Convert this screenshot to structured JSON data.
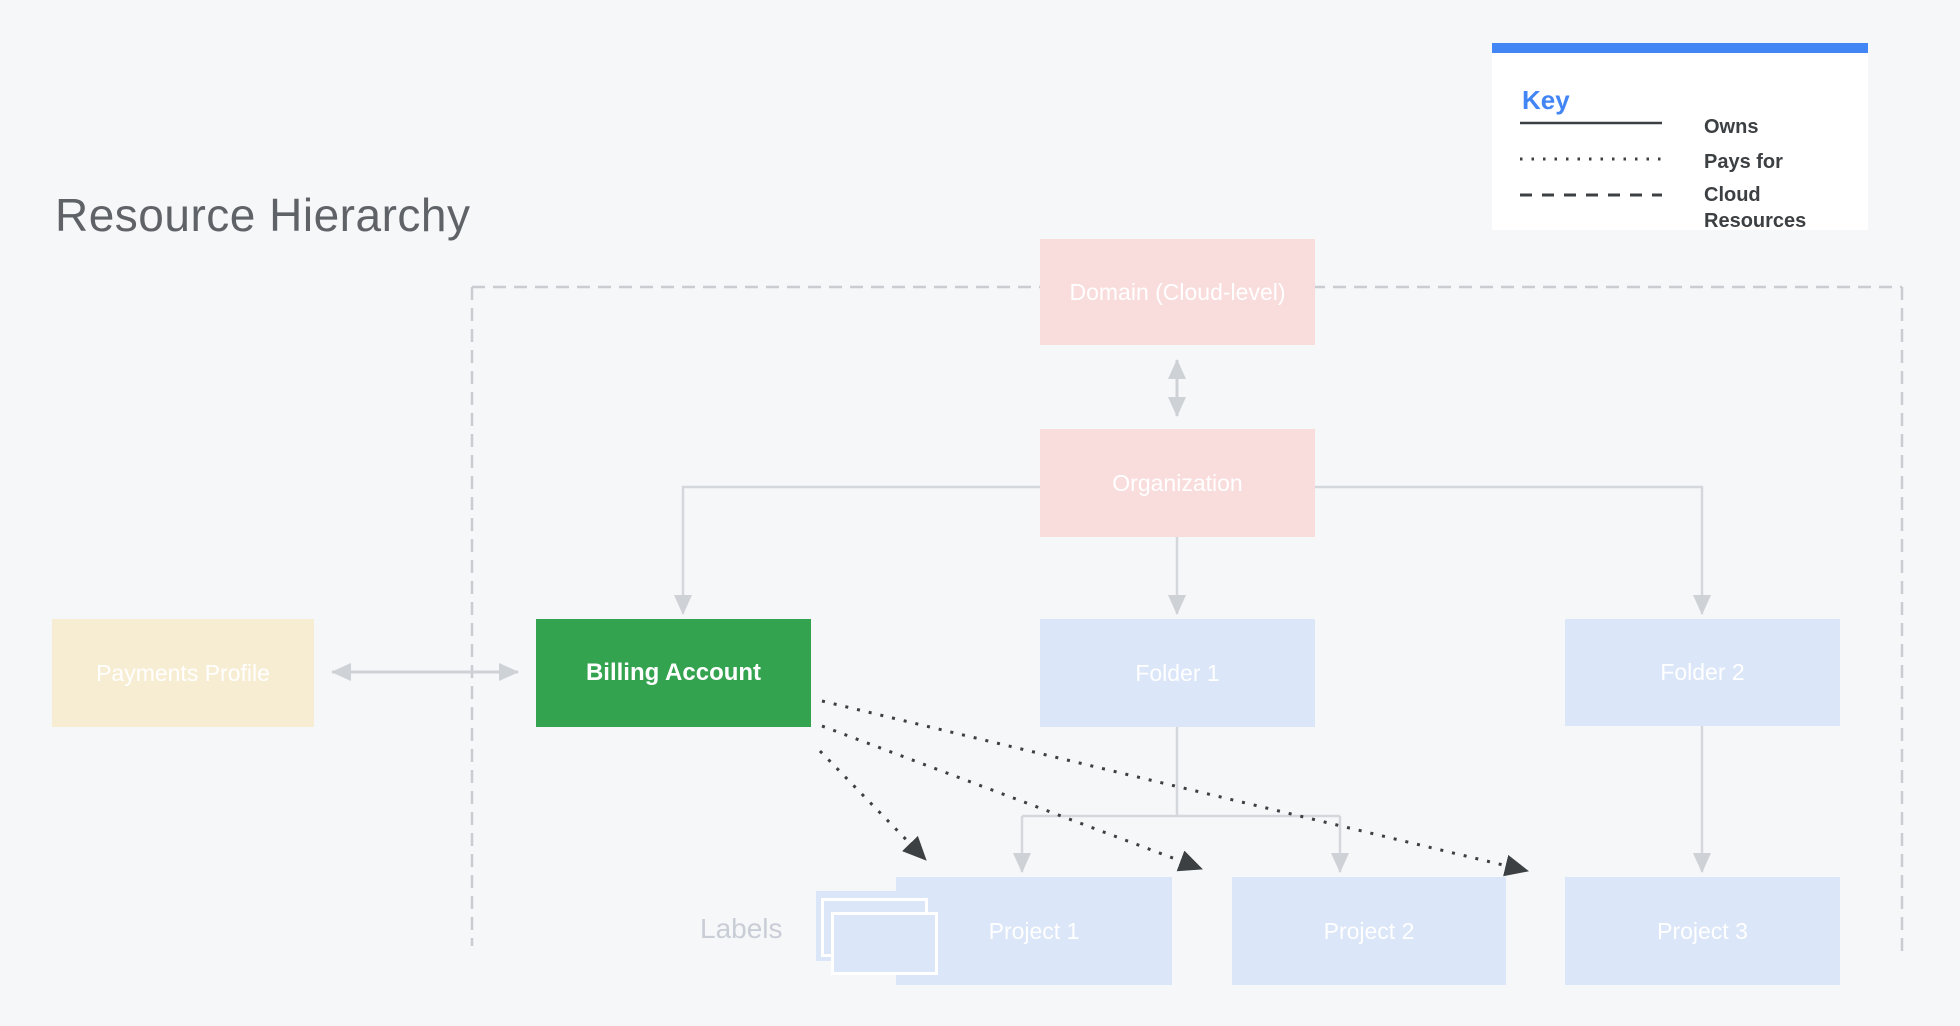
{
  "page": {
    "title": "Resource Hierarchy"
  },
  "key": {
    "title": "Key",
    "entries": [
      {
        "style": "solid",
        "label": "Owns"
      },
      {
        "style": "dotted",
        "label": "Pays for"
      },
      {
        "style": "dashed",
        "label": "Cloud Resources"
      }
    ]
  },
  "nodes": {
    "domain": {
      "label": "Domain (Cloud-level)"
    },
    "organization": {
      "label": "Organization"
    },
    "payments_profile": {
      "label": "Payments Profile"
    },
    "billing_account": {
      "label": "Billing Account"
    },
    "folder1": {
      "label": "Folder 1"
    },
    "folder2": {
      "label": "Folder 2"
    },
    "project1": {
      "label": "Project 1"
    },
    "project2": {
      "label": "Project 2"
    },
    "project3": {
      "label": "Project 3"
    },
    "labels_annotation": {
      "label": "Labels"
    }
  },
  "colors": {
    "background": "#f6f7f9",
    "billing_green": "#34a34f",
    "domain_pink": "#f9dcdc",
    "folder_blue": "#dbe6f8",
    "payments_yellow": "#f7edd3",
    "key_accent_blue": "#4285f4",
    "connector_gray": "#d4d7db",
    "dashed_boundary_gray": "#caccd1",
    "pays_for_dark": "#3c4043",
    "title_gray": "#5f6368"
  }
}
